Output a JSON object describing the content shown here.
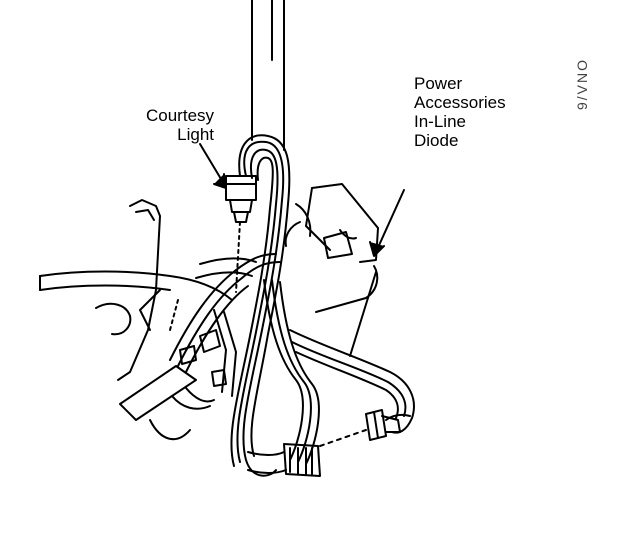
{
  "labels": {
    "courtesy_line1": "Courtesy",
    "courtesy_line2": "Light",
    "power_line1": "Power",
    "power_line2": "Accessories",
    "power_line3": "In-Line",
    "power_line4": "Diode"
  },
  "figure_ref": "9/VNO",
  "icons": {
    "courtesy_arrow": "arrow-down-right-icon",
    "diode_arrow": "arrow-down-left-icon"
  },
  "colors": {
    "ink": "#000000",
    "paper": "#ffffff"
  }
}
